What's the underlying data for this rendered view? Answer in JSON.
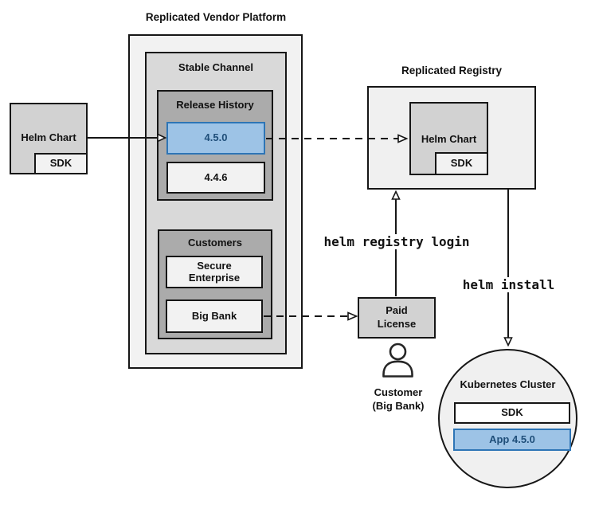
{
  "colors": {
    "accent_fill": "#9dc3e6",
    "accent_border": "#2e75b6",
    "accent_text": "#1f4e79",
    "box_light_gray": "#f2f2f2",
    "box_mid_gray": "#d9d9d9",
    "box_dark_gray": "#ababab",
    "box_gray": "#d2d2d2",
    "line": "#161616"
  },
  "vendor_platform": {
    "title": "Replicated Vendor Platform",
    "stable_channel": {
      "label": "Stable Channel",
      "release_history": {
        "label": "Release History",
        "releases": [
          {
            "version": "4.5.0",
            "highlighted": true
          },
          {
            "version": "4.4.6",
            "highlighted": false
          }
        ]
      },
      "customers": {
        "label": "Customers",
        "items": [
          {
            "name": "Secure Enterprise"
          },
          {
            "name": "Big Bank"
          }
        ]
      }
    }
  },
  "source": {
    "helm_chart_label": "Helm Chart",
    "sdk_label": "SDK"
  },
  "registry": {
    "title": "Replicated Registry",
    "helm_chart_label": "Helm Chart",
    "sdk_label": "SDK"
  },
  "license": {
    "line1": "Paid",
    "line2": "License"
  },
  "customer": {
    "line1": "Customer",
    "line2": "(Big Bank)"
  },
  "commands": {
    "registry_login": "helm registry login",
    "install": "helm install"
  },
  "cluster": {
    "label": "Kubernetes Cluster",
    "sdk_label": "SDK",
    "app_label": "App 4.5.0"
  }
}
